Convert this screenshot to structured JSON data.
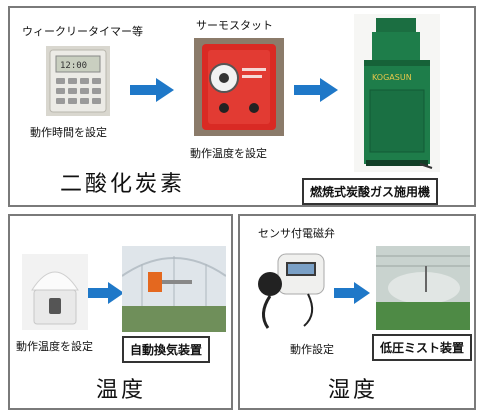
{
  "co2": {
    "title": "二酸化炭素",
    "weekly_timer_label": "ウィークリータイマー等",
    "timer_caption": "動作時間を設定",
    "thermostat_label": "サーモスタット",
    "thermostat_caption": "動作温度を設定",
    "machine_label": "燃焼式炭酸ガス施用機",
    "machine_brand": "KOGASUN"
  },
  "temperature": {
    "title": "温度",
    "sensor_caption": "動作温度を設定",
    "device_label": "自動換気装置"
  },
  "humidity": {
    "title": "湿度",
    "valve_label": "センサ付電磁弁",
    "valve_caption": "動作設定",
    "device_label": "低圧ミスト装置"
  },
  "colors": {
    "arrow": "#1f78c8",
    "panel_border": "#7a7a7a",
    "machine_green": "#1e7d4a"
  }
}
